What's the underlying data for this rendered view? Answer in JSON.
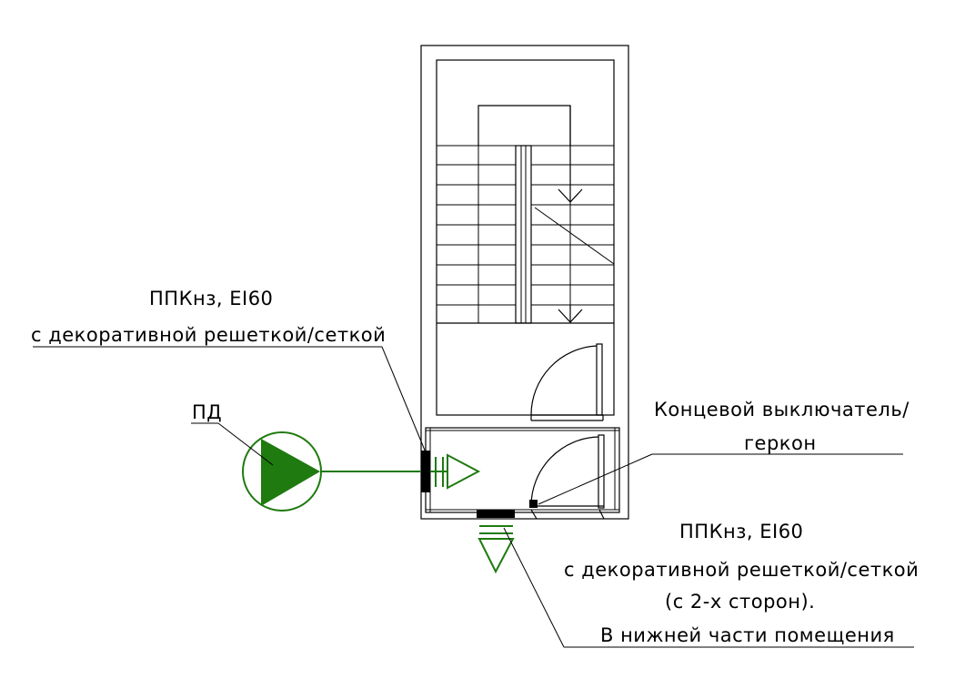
{
  "labels": {
    "top_left_line1": "ППКнз, EI60",
    "top_left_line2": "с декоративной решеткой/сеткой",
    "pd": "ПД",
    "right_line1": "Концевой выключатель/",
    "right_line2": "геркон",
    "bottom_line1": "ППКнз, EI60",
    "bottom_line2": "с декоративной решеткой/сеткой",
    "bottom_line3": "(с 2-х сторон).",
    "bottom_line4": "В нижней части помещения"
  },
  "colors": {
    "line": "#000000",
    "equipment": "#1f7a0f"
  }
}
